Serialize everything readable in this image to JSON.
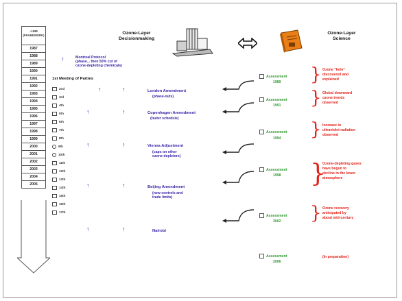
{
  "titles": {
    "left": "Ozone-Layer\nDecisionmaking",
    "right": "Ozone-Layer\nScience",
    "timeline_header": "~1985\n(FRAMEWORK)"
  },
  "years": [
    "1987",
    "1988",
    "1989",
    "1990",
    "1991",
    "1992",
    "1993",
    "1994",
    "1995",
    "1996",
    "1997",
    "1998",
    "1999",
    "2000",
    "2001",
    "2002",
    "2003",
    "2004",
    "2005"
  ],
  "meetings": {
    "first": "1st Meeting of Parties",
    "items": [
      "2nd",
      "3rd",
      "4th",
      "5th",
      "6th",
      "7th",
      "8th",
      "9th",
      "10th",
      "11th",
      "12th",
      "13th",
      "14th",
      "15th",
      "16th",
      "17th"
    ]
  },
  "protocol": {
    "line1": "Montreal Protocol",
    "line2": "(phase... then 50% cut of",
    "line3": "ozone-depleting chemicals)"
  },
  "amendments": [
    {
      "name": "London Amendment",
      "detail": "(phase-outs)"
    },
    {
      "name": "Copenhagen Amendment",
      "detail": "(faster schedule)"
    },
    {
      "name": "Vienna Adjustment",
      "detail": "(caps on other\nozone depletors)"
    },
    {
      "name": "Beijing Amendment",
      "detail": "(new controls and\ntrade limits)"
    },
    {
      "name": "Nairobi",
      "detail": ""
    }
  ],
  "assessments": [
    {
      "label": "Assessment",
      "year": "1989",
      "finding": "Ozone \"hole\"\ndiscovered and\nexplained"
    },
    {
      "label": "Assessment",
      "year": "1991",
      "finding": "Global downward\nozone trends\nobserved"
    },
    {
      "label": "Assessment",
      "year": "1994",
      "finding": "Increase in\nultraviolet radiation\nobserved"
    },
    {
      "label": "Assessment",
      "year": "1998",
      "finding": "Ozone-depleting gases\nhave begun to\ndecline in the lower\natmosphere"
    },
    {
      "label": "Assessment",
      "year": "2002",
      "finding": "Ozone recovery\nanticipated by\nabout mid-century"
    },
    {
      "label": "Assessment",
      "year": "2006",
      "finding": "(In preparation)"
    }
  ],
  "colors": {
    "decision": "#3b23a6",
    "assessment": "#2f9a2f",
    "finding": "#e2231a"
  },
  "icons": {
    "exchange": "double-arrow-icon",
    "building": "factory-illustration",
    "book": "book-icon"
  }
}
